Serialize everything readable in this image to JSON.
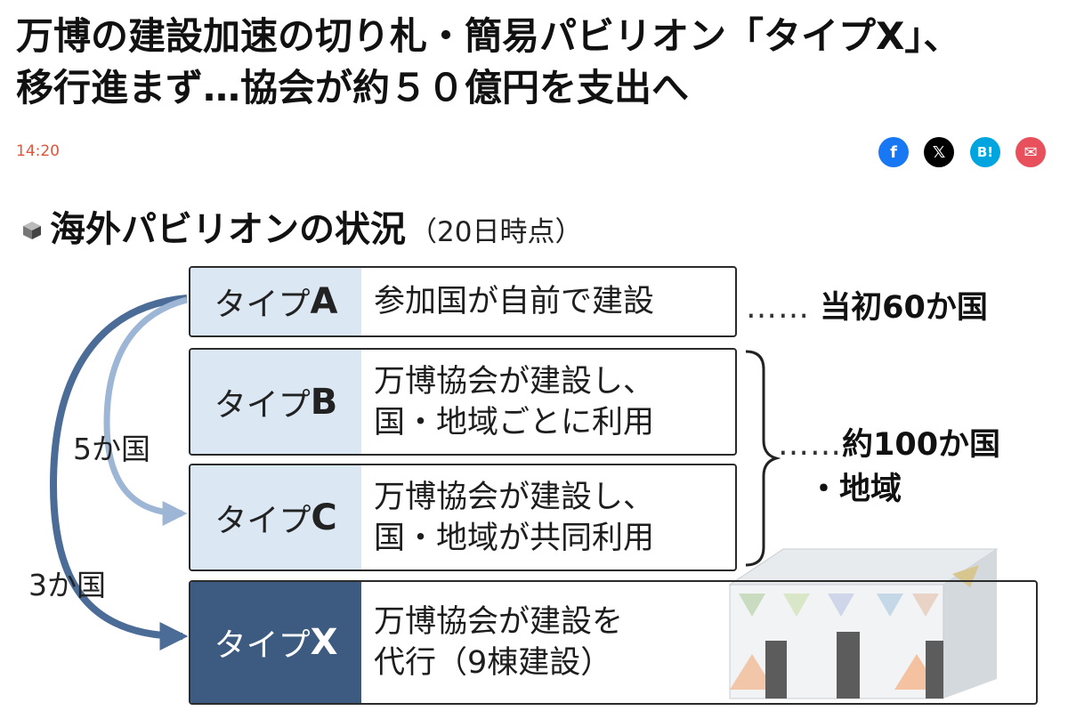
{
  "article": {
    "headline_line1": "万博の建設加速の切り札・簡易パビリオン「タイプX」、",
    "headline_line2": "移行進まず…協会が約５０億円を支出へ",
    "time": "14:20"
  },
  "share": {
    "facebook_glyph": "f",
    "x_glyph": "𝕏",
    "hatena_glyph": "B!",
    "mail_glyph": "✉"
  },
  "figure": {
    "title": "海外パビリオンの状況",
    "date": "（20日時点）",
    "boxes": [
      {
        "type_prefix": "タイプ",
        "type_letter": "A",
        "desc_line1": "参加国が自前で建設",
        "desc_line2": ""
      },
      {
        "type_prefix": "タイプ",
        "type_letter": "B",
        "desc_line1": "万博協会が建設し、",
        "desc_line2": "国・地域ごとに利用"
      },
      {
        "type_prefix": "タイプ",
        "type_letter": "C",
        "desc_line1": "万博協会が建設し、",
        "desc_line2": "国・地域が共同利用"
      },
      {
        "type_prefix": "タイプ",
        "type_letter": "X",
        "desc_line1": "万博協会が建設を",
        "desc_line2": "代行（9棟建設）"
      }
    ],
    "note_initial": {
      "dots": "……",
      "text": "当初60か国"
    },
    "note_approx": {
      "dots": "……",
      "line1": "約100か国",
      "line2": "・地域"
    },
    "flow_5": "5か国",
    "flow_3": "3か国"
  },
  "colors": {
    "accent_time": "#e0553b",
    "tab_light": "#dbe7f3",
    "tab_dark": "#3d5a80",
    "arrow_dark": "#4a6c96",
    "arrow_light": "#9db6d6"
  }
}
